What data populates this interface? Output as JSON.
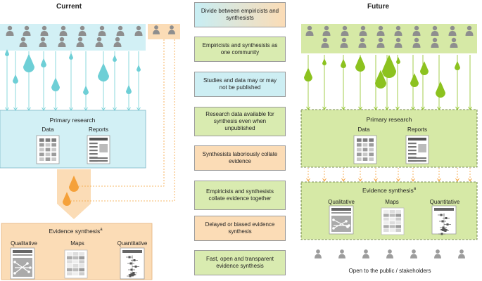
{
  "left": {
    "title": "Current",
    "primary_research": {
      "title": "Primary research",
      "data_label": "Data",
      "reports_label": "Reports"
    },
    "evidence_synthesis": {
      "title": "Evidence synthesis",
      "superscript": "a",
      "qualitative": "Qualitative",
      "maps": "Maps",
      "quantitative": "Quantitative"
    }
  },
  "right": {
    "title": "Future",
    "primary_research": {
      "title": "Primary research",
      "data_label": "Data",
      "reports_label": "Reports"
    },
    "evidence_synthesis": {
      "title": "Evidence synthesis",
      "superscript": "a",
      "qualitative": "Qualitative",
      "maps": "Maps",
      "quantitative": "Quantitative"
    },
    "open_label": "Open to the public / stakeholders"
  },
  "callouts": [
    {
      "text": "Divide between empiricists and synthesists",
      "style": "gradient"
    },
    {
      "text": "Empiricists and synthesists as one community",
      "style": "green"
    },
    {
      "text": "Studies and data may or may not be published",
      "style": "blue"
    },
    {
      "text": "Research data available for synthesis even when unpublished",
      "style": "green"
    },
    {
      "text": "Synthesists laboriously collate evidence",
      "style": "orange"
    },
    {
      "text": "Empiricists and synthesists collate evidence together",
      "style": "green"
    },
    {
      "text": "Delayed or biased evidence synthesis",
      "style": "orange"
    },
    {
      "text": "Fast, open and transparent evidence synthesis",
      "style": "green"
    }
  ],
  "colors": {
    "teal": "#6ecfd6",
    "teal_bg": "#d2f0f5",
    "green": "#8cc21f",
    "green_bg": "#d6e9a6",
    "orange": "#f5a13a",
    "orange_bg": "#fbdcb6",
    "person": "#8e8e8e"
  }
}
